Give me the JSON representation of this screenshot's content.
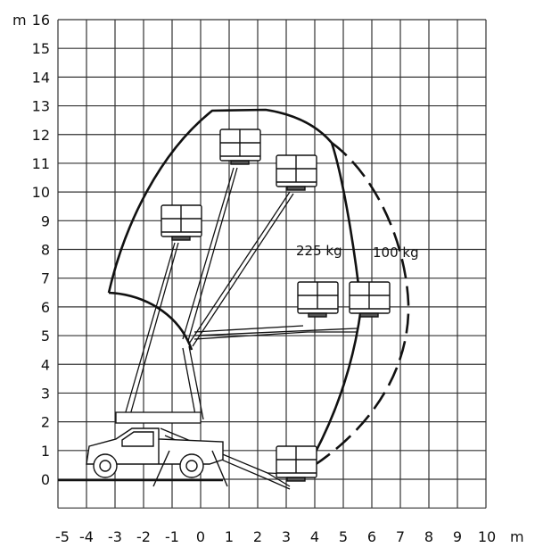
{
  "diagram": {
    "title": "Working range diagram",
    "y_axis": {
      "unit": "m",
      "ticks": [
        "0",
        "1",
        "2",
        "3",
        "4",
        "5",
        "6",
        "7",
        "8",
        "9",
        "10",
        "11",
        "12",
        "13",
        "14",
        "15",
        "16"
      ]
    },
    "x_axis": {
      "unit": "m",
      "ticks": [
        "-5",
        "-4",
        "-3",
        "-2",
        "-1",
        "0",
        "1",
        "2",
        "3",
        "4",
        "5",
        "6",
        "7",
        "8",
        "9",
        "10"
      ]
    },
    "envelopes": [
      {
        "label": "225 kg",
        "style": "solid"
      },
      {
        "label": "100 kg",
        "style": "dashed"
      }
    ],
    "colors": {
      "line": "#111111",
      "grid": "#333333",
      "background": "#ffffff"
    }
  }
}
